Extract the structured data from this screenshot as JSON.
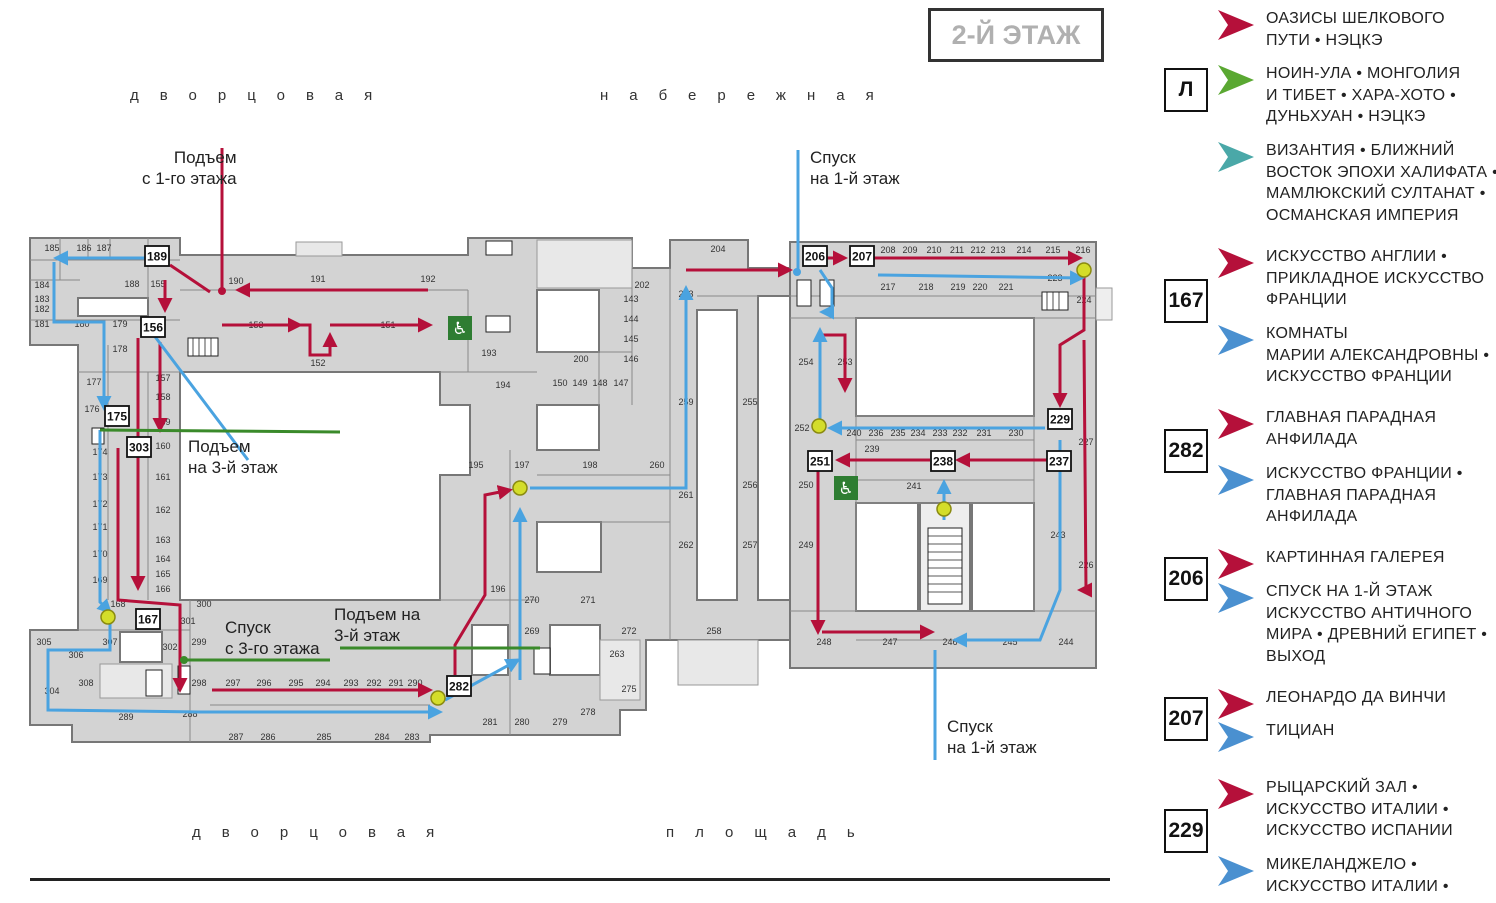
{
  "floor_title": "2-Й ЭТАЖ",
  "streets": {
    "top_left": "дворцовая",
    "top_right": "набережная",
    "bottom_left": "дворцовая",
    "bottom_right": "площадь"
  },
  "annotations": {
    "rise_from_1_line1": "Подъем",
    "rise_from_1_line2": "с 1-го этажа",
    "descend_1_top_line1": "Спуск",
    "descend_1_top_line2": "на 1-й этаж",
    "rise_to_3_line1": "Подъем",
    "rise_to_3_line2": "на 3-й этаж",
    "descend_from_3_line1": "Спуск",
    "descend_from_3_line2": "с 3-го этажа",
    "rise_to_3b_line1": "Подъем на",
    "rise_to_3b_line2": "3-й этаж",
    "descend_1_bottom_line1": "Спуск",
    "descend_1_bottom_line2": "на 1-й этаж"
  },
  "legend": {
    "groups": [
      {
        "box": "",
        "entries": [
          {
            "color": "#b5103a",
            "lines": [
              "ОАЗИСЫ ШЕЛКОВОГО",
              "ПУТИ • НЭЦКЭ"
            ]
          }
        ]
      },
      {
        "box": "Л",
        "entries": [
          {
            "color": "#5aa832",
            "lines": [
              "НОИН-УЛА • МОНГОЛИЯ",
              "И ТИБЕТ • ХАРА-ХОТО •",
              "ДУНЬХУАН • НЭЦКЭ"
            ]
          },
          {
            "color": "#4aa8a8",
            "lines": [
              "ВИЗАНТИЯ • БЛИЖНИЙ",
              "ВОСТОК ЭПОХИ ХАЛИФАТА •",
              "МАМЛЮКСКИЙ СУЛТАНАТ •",
              "ОСМАНСКАЯ ИМПЕРИЯ"
            ]
          }
        ]
      },
      {
        "box": "167",
        "entries": [
          {
            "color": "#b5103a",
            "lines": [
              "ИСКУССТВО АНГЛИИ •",
              "ПРИКЛАДНОЕ ИСКУССТВО",
              "ФРАНЦИИ"
            ]
          },
          {
            "color": "#4a90d0",
            "lines": [
              "КОМНАТЫ",
              "МАРИИ АЛЕКСАНДРОВНЫ •",
              "ИСКУССТВО ФРАНЦИИ"
            ]
          }
        ]
      },
      {
        "box": "282",
        "entries": [
          {
            "color": "#b5103a",
            "lines": [
              "ГЛАВНАЯ ПАРАДНАЯ",
              "АНФИЛАДА"
            ]
          },
          {
            "color": "#4a90d0",
            "lines": [
              "ИСКУССТВО ФРАНЦИИ •",
              "ГЛАВНАЯ ПАРАДНАЯ",
              "АНФИЛАДА"
            ]
          }
        ]
      },
      {
        "box": "206",
        "entries": [
          {
            "color": "#b5103a",
            "lines": [
              "КАРТИННАЯ ГАЛЕРЕЯ"
            ]
          },
          {
            "color": "#4a90d0",
            "lines": [
              "СПУСК НА 1-Й ЭТАЖ",
              "ИСКУССТВО АНТИЧНОГО",
              "МИРА • ДРЕВНИЙ ЕГИПЕТ •",
              "ВЫХОД"
            ]
          }
        ]
      },
      {
        "box": "207",
        "entries": [
          {
            "color": "#b5103a",
            "lines": [
              "ЛЕОНАРДО ДА ВИНЧИ"
            ]
          },
          {
            "color": "#4a90d0",
            "lines": [
              "ТИЦИАН"
            ]
          }
        ]
      },
      {
        "box": "229",
        "entries": [
          {
            "color": "#b5103a",
            "lines": [
              "РЫЦАРСКИЙ ЗАЛ •",
              "ИСКУССТВО ИТАЛИИ •",
              "ИСКУССТВО ИСПАНИИ"
            ]
          },
          {
            "color": "#4a90d0",
            "lines": [
              "МИКЕЛАНДЖЕЛО •",
              "ИСКУССТВО ИТАЛИИ •"
            ]
          }
        ]
      }
    ]
  },
  "boxed_rooms": [
    "189",
    "156",
    "175",
    "303",
    "167",
    "282",
    "206",
    "207",
    "229",
    "237",
    "238",
    "251"
  ],
  "rooms": [
    "185",
    "186",
    "187",
    "188",
    "155",
    "184",
    "183",
    "182",
    "181",
    "180",
    "179",
    "178",
    "177",
    "176",
    "174",
    "173",
    "172",
    "171",
    "170",
    "169",
    "168",
    "157",
    "158",
    "159",
    "160",
    "161",
    "162",
    "163",
    "164",
    "165",
    "166",
    "190",
    "191",
    "192",
    "153",
    "152",
    "151",
    "193",
    "194",
    "195",
    "196",
    "197",
    "198",
    "200",
    "143",
    "144",
    "145",
    "146",
    "150",
    "149",
    "148",
    "147",
    "202",
    "203",
    "204",
    "255",
    "256",
    "257",
    "258",
    "259",
    "260",
    "261",
    "262",
    "270",
    "271",
    "269",
    "272",
    "263",
    "275",
    "278",
    "279",
    "280",
    "281",
    "283",
    "284",
    "285",
    "286",
    "287",
    "288",
    "289",
    "290",
    "291",
    "292",
    "293",
    "294",
    "295",
    "296",
    "297",
    "298",
    "299",
    "300",
    "301",
    "302",
    "304",
    "305",
    "306",
    "307",
    "308",
    "208",
    "209",
    "210",
    "211",
    "212",
    "213",
    "214",
    "215",
    "216",
    "217",
    "218",
    "219",
    "220",
    "221",
    "223",
    "224",
    "227",
    "226",
    "243",
    "244",
    "245",
    "246",
    "247",
    "248",
    "249",
    "250",
    "252",
    "253",
    "254",
    "239",
    "240",
    "236",
    "235",
    "234",
    "233",
    "232",
    "231",
    "230",
    "241"
  ],
  "colors": {
    "route_red": "#b5103a",
    "route_blue": "#4aa3e0",
    "route_green": "#3a8a2a",
    "room_fill": "#d3d3d3",
    "wall": "#777777",
    "marker": "#d4dd2a",
    "accessible": "#2e7d32"
  },
  "icons": [
    "wheelchair-icon",
    "stair-icon",
    "junction-marker"
  ]
}
